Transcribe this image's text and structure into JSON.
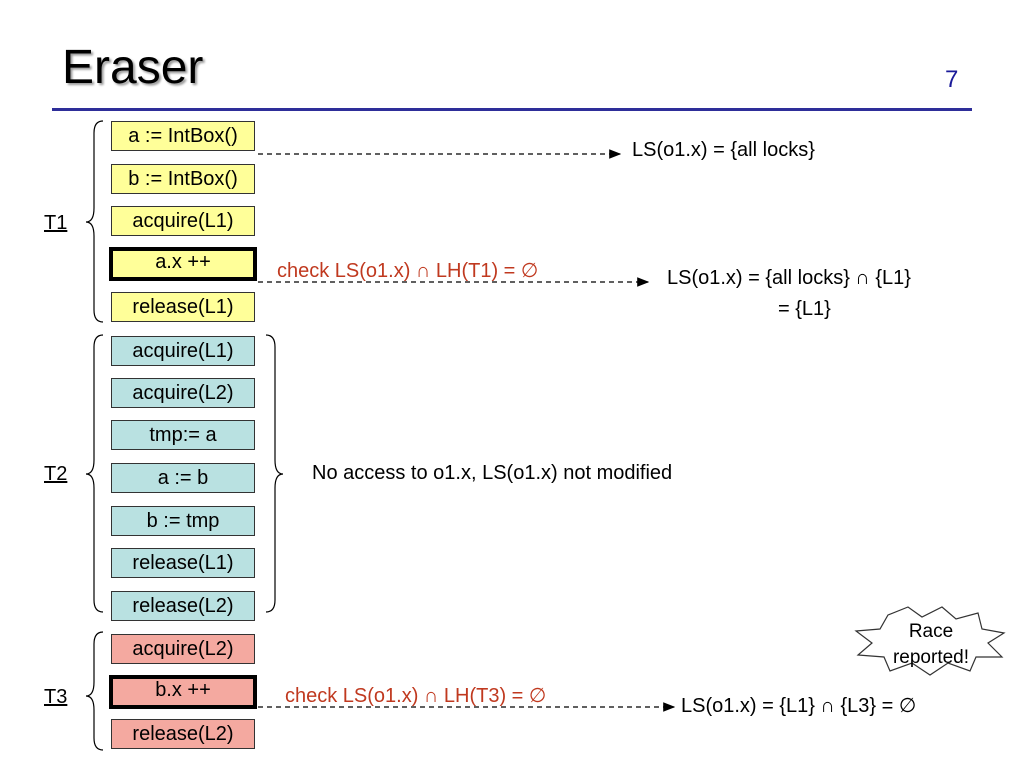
{
  "slide": {
    "title": "Eraser",
    "page_number": "7"
  },
  "threads": {
    "t1": {
      "label": "T1",
      "ops": [
        "a := IntBox()",
        "b := IntBox()",
        "acquire(L1)",
        "a.x ++",
        "release(L1)"
      ]
    },
    "t2": {
      "label": "T2",
      "ops": [
        "acquire(L1)",
        "acquire(L2)",
        "tmp:= a",
        "a := b",
        "b := tmp",
        "release(L1)",
        "release(L2)"
      ]
    },
    "t3": {
      "label": "T3",
      "ops": [
        "acquire(L2)",
        "b.x ++",
        "release(L2)"
      ]
    }
  },
  "annotations": {
    "ls_all_locks": "LS(o1.x) = {all locks}",
    "check_t1": "check LS(o1.x) ∩ LH(T1) = ∅",
    "ls_after_t1_line1": "LS(o1.x)  = {all locks} ∩ {L1}",
    "ls_after_t1_line2": "= {L1}",
    "t2_note": "No access to o1.x, LS(o1.x) not modified",
    "race_line1": "Race",
    "race_line2": "reported!",
    "check_t3": "check LS(o1.x) ∩ LH(T3) = ∅",
    "ls_after_t3": "LS(o1.x) = {L1} ∩ {L3} = ∅"
  },
  "colors": {
    "t1": "#ffff99",
    "t2": "#b9e1e1",
    "t3": "#f4a9a0",
    "check_text": "#c0391f",
    "rule": "#2e2e99"
  }
}
